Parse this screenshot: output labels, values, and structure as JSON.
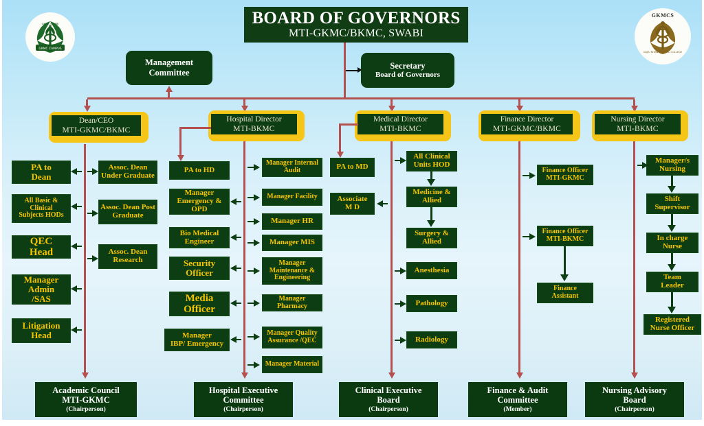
{
  "title": {
    "line1": "BOARD OF GOVERNORS",
    "line2": "MTI-GKMC/BKMC, SWABI"
  },
  "logos": {
    "left": {
      "name": "gkmc-campus-seal",
      "caption": ""
    },
    "right": {
      "name": "gkmcs-seal",
      "caption": "GKMCS"
    }
  },
  "top_nodes": {
    "management_committee": {
      "line1": "Management",
      "line2": "Committee"
    },
    "secretary": {
      "line1": "Secretary",
      "line2": "Board of Governors"
    }
  },
  "directors": [
    {
      "id": "dean",
      "line1": "Dean/CEO",
      "line2": "MTI-GKMC/BKMC"
    },
    {
      "id": "hospital",
      "line1": "Hospital  Director",
      "line2": "MTI-BKMC"
    },
    {
      "id": "medical",
      "line1": "Medical Director",
      "line2": "MTI-BKMC"
    },
    {
      "id": "finance",
      "line1": "Finance Director",
      "line2": "MTI-GKMC/BKMC"
    },
    {
      "id": "nursing",
      "line1": "Nursing Director",
      "line2": "MTI-BKMC"
    }
  ],
  "dean_left": [
    "PA to\nDean",
    "All Basic &\nClinical\nSubjects HODs",
    "QEC\nHead",
    "Manager\nAdmin\n/SAS",
    "Litigation\nHead"
  ],
  "dean_right": [
    "Assoc. Dean\nUnder Graduate",
    "Assoc. Dean Post\nGraduate",
    "Assoc. Dean\nResearch"
  ],
  "hospital_left": [
    "PA to HD",
    "Manager\nEmergency &\nOPD",
    "Bio Medical\nEngineer",
    "Security\nOfficer",
    "Media\nOfficer",
    "Manager\nIBP/ Emergency"
  ],
  "hospital_right": [
    "Manager Internal\nAudit",
    "Manager Facility",
    "Manager HR",
    "Manager MIS",
    "Manager\nMaintenance &\nEngineering",
    "Manager Pharmacy",
    "Manager Quality\nAssurance /QEC",
    "Manager Material"
  ],
  "medical_left": [
    "PA to MD",
    "Associate\nM D"
  ],
  "medical_right": [
    "All Clinical\nUnits HOD",
    "Medicine &\nAllied",
    "Surgery &\nAllied",
    "Anesthesia",
    "Pathology",
    "Radiology"
  ],
  "finance_nodes": [
    "Finance Officer\nMTI-GKMC",
    "Finance Officer\nMTI-BKMC",
    "Finance\nAssistant"
  ],
  "nursing_nodes": [
    "Manager/s\nNursing",
    "Shift\nSupervisor",
    "In charge\nNurse",
    "Team\nLeader",
    "Registered\nNurse Officer"
  ],
  "bottom_committees": [
    {
      "name": "Academic Council\nMTI-GKMC",
      "role": "(Chairperson)"
    },
    {
      "name": "Hospital Executive\nCommittee",
      "role": "(Chairperson)"
    },
    {
      "name": "Clinical Executive\nBoard",
      "role": "(Chairperson)"
    },
    {
      "name": "Finance & Audit\nCommittee",
      "role": "(Member)"
    },
    {
      "name": "Nursing Advisory\nBoard",
      "role": "(Chairperson)"
    }
  ],
  "colors": {
    "box_green": "#0d3d12",
    "text_gold": "#f6c500",
    "director_frame": "#f5c518",
    "connector_red": "#b4504f",
    "connector_green": "#0d3d12",
    "background_blue": "#abe0f7"
  }
}
